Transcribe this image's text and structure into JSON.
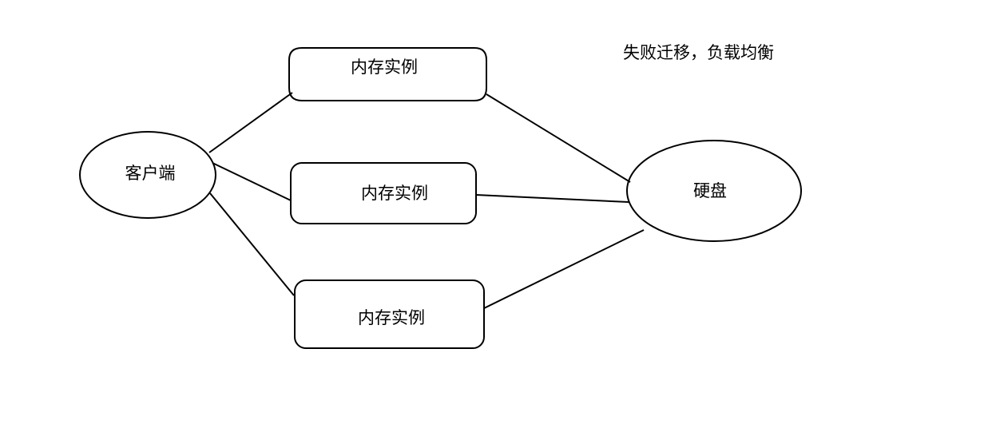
{
  "diagram": {
    "annotation": "失败迁移，负载均衡",
    "nodes": {
      "client": {
        "label": "客户端"
      },
      "memory_1": {
        "label": "内存实例"
      },
      "memory_2": {
        "label": "内存实例"
      },
      "memory_3": {
        "label": "内存实例"
      },
      "disk": {
        "label": "硬盘"
      }
    },
    "edges": [
      {
        "from": "client",
        "to": "memory_1"
      },
      {
        "from": "client",
        "to": "memory_2"
      },
      {
        "from": "client",
        "to": "memory_3"
      },
      {
        "from": "memory_1",
        "to": "disk"
      },
      {
        "from": "memory_2",
        "to": "disk"
      },
      {
        "from": "memory_3",
        "to": "disk"
      }
    ],
    "colors": {
      "stroke": "#000000",
      "background": "#ffffff"
    }
  }
}
